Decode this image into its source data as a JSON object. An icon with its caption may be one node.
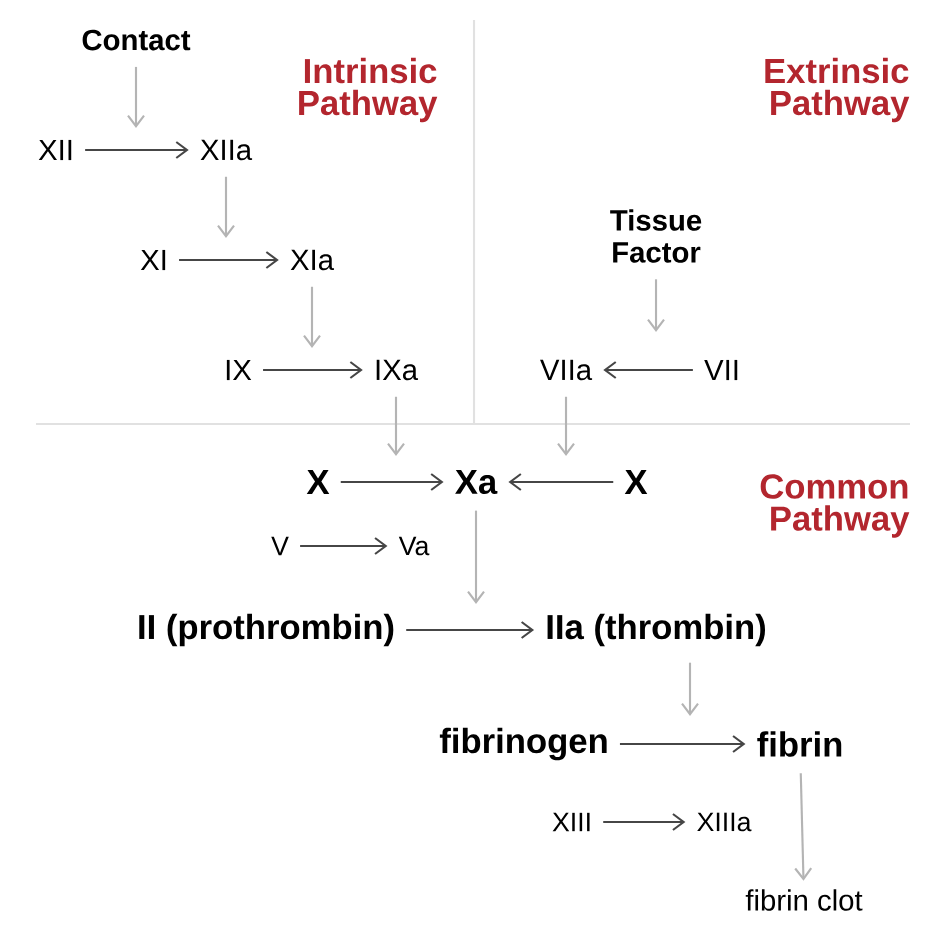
{
  "diagram": {
    "nodes": [
      {
        "text": [
          "Contact"
        ]
      },
      {
        "text": [
          "XII"
        ]
      },
      {
        "text": [
          "XIIa"
        ]
      },
      {
        "text": [
          "XI"
        ]
      },
      {
        "text": [
          "XIa"
        ]
      },
      {
        "text": [
          "IX"
        ]
      },
      {
        "text": [
          "IXa"
        ]
      },
      {
        "text": [
          "Tissue Factor"
        ]
      },
      {
        "text": [
          "VIIa"
        ]
      },
      {
        "text": [
          "VII"
        ]
      },
      {
        "text": [
          "X"
        ]
      },
      {
        "text": [
          "Xa"
        ]
      },
      {
        "text": [
          "X"
        ]
      },
      {
        "text": [
          "V"
        ]
      },
      {
        "text": [
          "Va"
        ]
      },
      {
        "text": [
          "II (prothrombin)"
        ]
      },
      {
        "text": [
          "IIa (thrombin)"
        ]
      },
      {
        "text": [
          "fibrinogen"
        ]
      },
      {
        "text": [
          "fibrin"
        ]
      },
      {
        "text": [
          "XIII"
        ]
      },
      {
        "text": [
          "XIIIa"
        ]
      },
      {
        "text": [
          "fibrin clot"
        ]
      }
    ],
    "edges": [
      {
        "from": 1,
        "to": 2,
        "arrow": "to"
      },
      {
        "from": 3,
        "to": 4,
        "arrow": "to"
      },
      {
        "from": 5,
        "to": 6,
        "arrow": "to"
      },
      {
        "from": 9,
        "to": 8,
        "arrow": "to"
      },
      {
        "from": 10,
        "to": 11,
        "arrow": "to"
      },
      {
        "from": 12,
        "to": 11,
        "arrow": "to"
      },
      {
        "from": 13,
        "to": 14,
        "arrow": "to"
      },
      {
        "from": 15,
        "to": 16,
        "arrow": "to"
      },
      {
        "from": 17,
        "to": 18,
        "arrow": "to"
      },
      {
        "from": 19,
        "to": 20,
        "arrow": "to"
      },
      {
        "from": 0,
        "to": null,
        "arrow": "to",
        "color": "#b4b4b4"
      },
      {
        "from": 2,
        "to": null,
        "arrow": "to",
        "color": "#b4b4b4"
      },
      {
        "from": 4,
        "to": null,
        "arrow": "to",
        "color": "#b4b4b4"
      },
      {
        "from": 6,
        "to": null,
        "arrow": "to",
        "color": "#b4b4b4"
      },
      {
        "from": 7,
        "to": null,
        "arrow": "to",
        "color": "#b4b4b4"
      },
      {
        "from": 8,
        "to": null,
        "arrow": "to",
        "color": "#b4b4b4"
      },
      {
        "from": 11,
        "to": null,
        "arrow": "to",
        "color": "#b4b4b4"
      },
      {
        "from": 16,
        "to": null,
        "arrow": "to",
        "color": "#b4b4b4"
      },
      {
        "from": 18,
        "to": 21,
        "arrow": "to",
        "color": "#b4b4b4"
      }
    ],
    "labels": [
      "Intrinsic Pathway",
      "Extrinsic Pathway",
      "Common Pathway"
    ]
  }
}
